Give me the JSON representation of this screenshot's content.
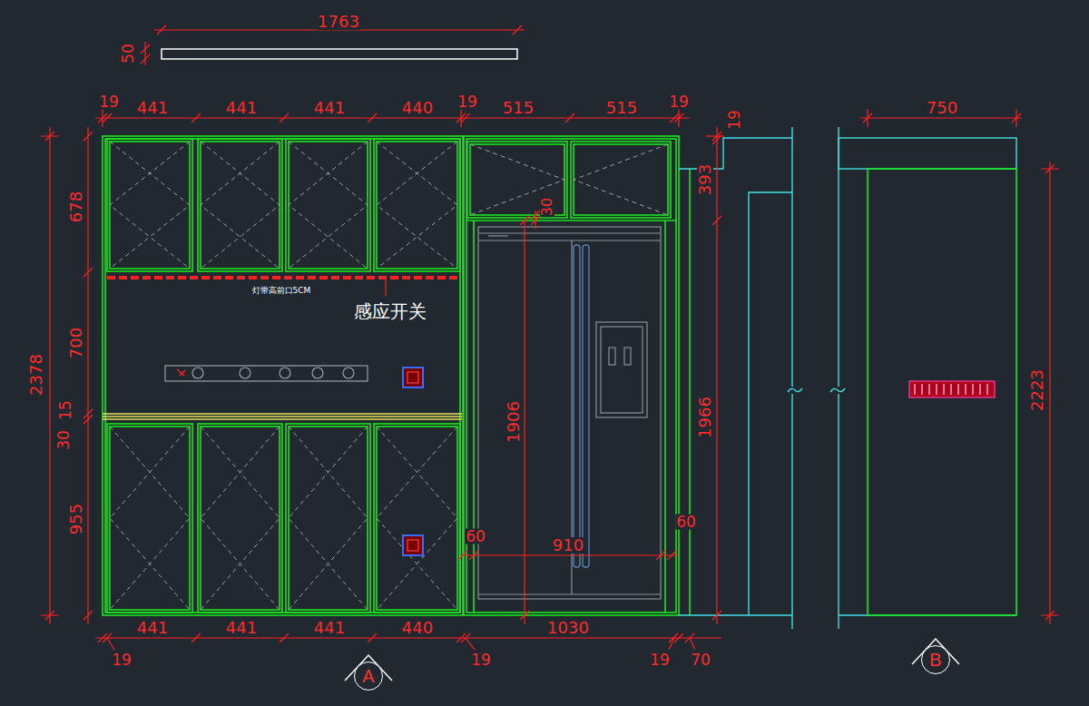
{
  "diagram": {
    "nodes": [
      {
        "text": [
          "A"
        ]
      },
      {
        "text": [
          "B"
        ]
      }
    ],
    "labels": [
      "1763",
      "50",
      "19",
      "441",
      "441",
      "441",
      "440",
      "19",
      "515",
      "515",
      "19",
      "19",
      "750",
      "2378",
      "678",
      "700",
      "15",
      "30",
      "955",
      "灯带高前口5CM",
      "感应开关",
      "30",
      "393",
      "1906",
      "1966",
      "2223",
      "60",
      "910",
      "60",
      "441",
      "441",
      "441",
      "440",
      "1030",
      "19",
      "19",
      "19",
      "70"
    ]
  }
}
